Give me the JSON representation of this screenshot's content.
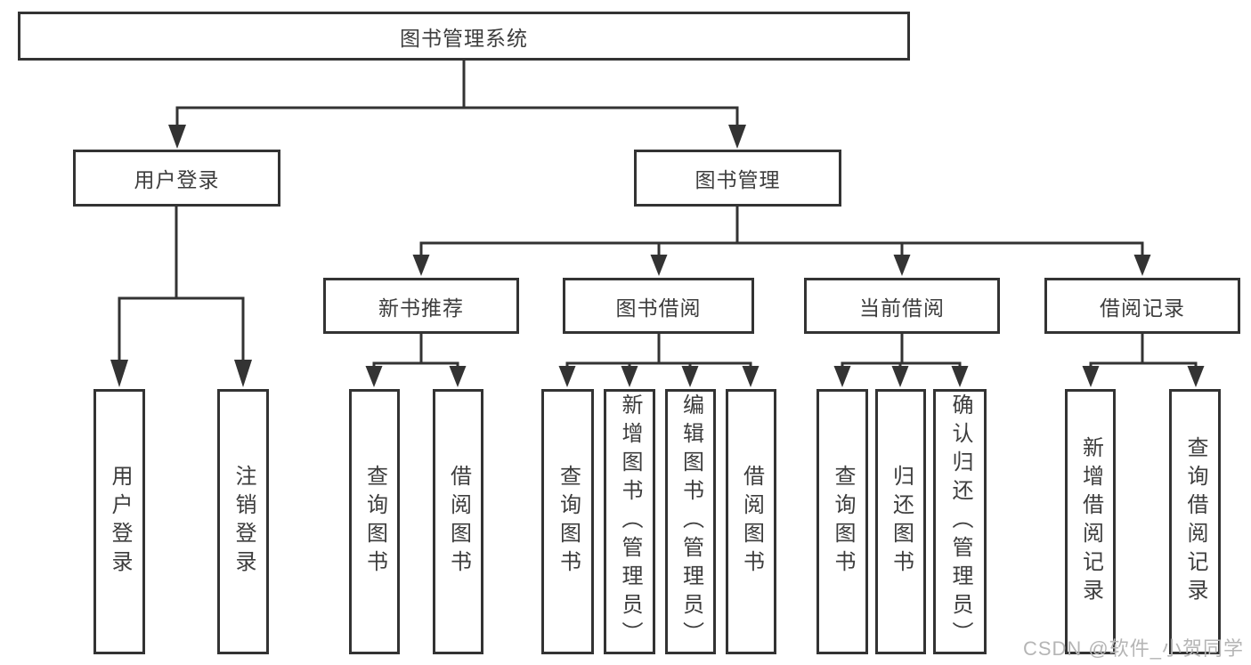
{
  "tree": {
    "root": "图书管理系统",
    "children": [
      {
        "label": "用户登录",
        "children": [
          {
            "label": "用户登录"
          },
          {
            "label": "注销登录"
          }
        ]
      },
      {
        "label": "图书管理",
        "children": [
          {
            "label": "新书推荐",
            "children": [
              {
                "label": "查询图书"
              },
              {
                "label": "借阅图书"
              }
            ]
          },
          {
            "label": "图书借阅",
            "children": [
              {
                "label": "查询图书"
              },
              {
                "label": "新增图书（管理员）"
              },
              {
                "label": "编辑图书（管理员）"
              },
              {
                "label": "借阅图书"
              }
            ]
          },
          {
            "label": "当前借阅",
            "children": [
              {
                "label": "查询图书"
              },
              {
                "label": "归还图书"
              },
              {
                "label": "确认归还（管理员）"
              }
            ]
          },
          {
            "label": "借阅记录",
            "children": [
              {
                "label": "新增借阅记录"
              },
              {
                "label": "查询借阅记录"
              }
            ]
          }
        ]
      }
    ]
  },
  "watermark": "CSDN @软件_小贺同学",
  "colors": {
    "line": "#333333",
    "text": "#3d3d3d",
    "background": "#ffffff",
    "watermark": "#b5b5b5"
  }
}
